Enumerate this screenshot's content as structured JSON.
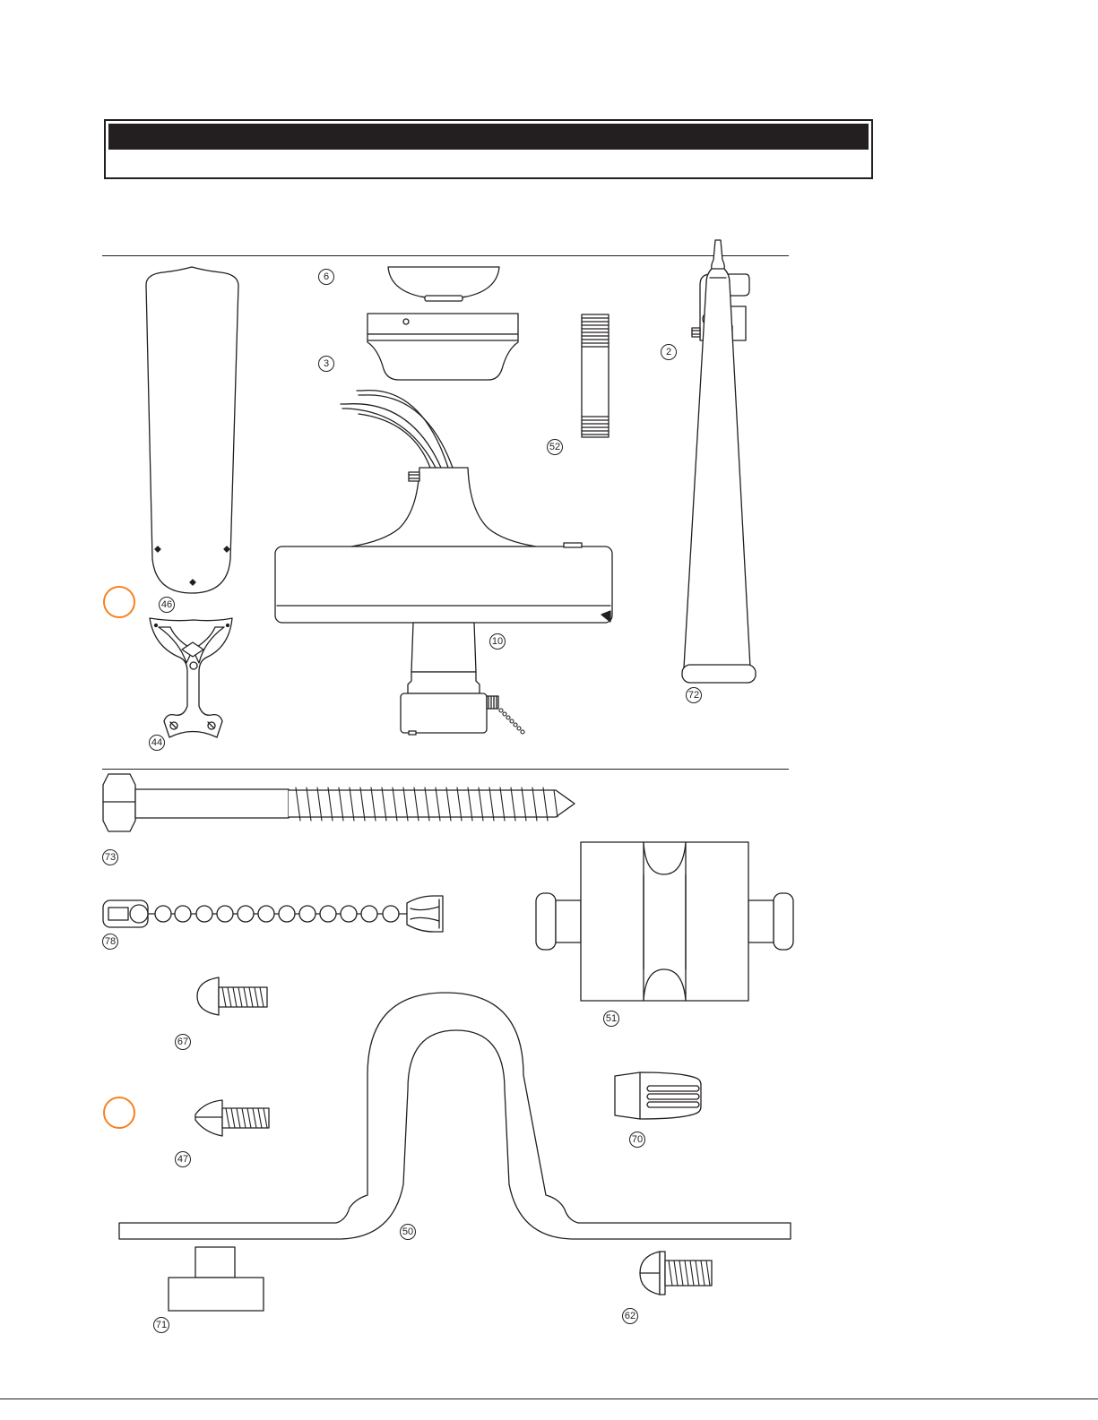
{
  "colors": {
    "line": "#231f20",
    "accent": "#f58220",
    "fill": "#ffffff"
  },
  "parts": [
    {
      "id": "blade",
      "label": "46",
      "icon": "fan-blade-icon"
    },
    {
      "id": "canopy-cover",
      "label": "6",
      "icon": "canopy-cover-icon"
    },
    {
      "id": "canopy",
      "label": "3",
      "icon": "canopy-icon"
    },
    {
      "id": "hanger-bracket-clip",
      "label": "2",
      "icon": "bracket-clip-icon"
    },
    {
      "id": "downrod-nipple",
      "label": "52",
      "icon": "threaded-nipple-icon"
    },
    {
      "id": "motor-assembly",
      "label": "10",
      "icon": "fan-motor-icon"
    },
    {
      "id": "lubricant-tube",
      "label": "72",
      "icon": "tube-icon"
    },
    {
      "id": "blade-iron",
      "label": "44",
      "icon": "blade-iron-icon"
    },
    {
      "id": "lag-screw",
      "label": "73",
      "icon": "lag-screw-icon"
    },
    {
      "id": "pull-chain",
      "label": "78",
      "icon": "pull-chain-icon"
    },
    {
      "id": "spool",
      "label": "51",
      "icon": "spool-icon"
    },
    {
      "id": "screw-67",
      "label": "67",
      "icon": "round-head-screw-icon"
    },
    {
      "id": "screw-47",
      "label": "47",
      "icon": "oval-head-screw-icon"
    },
    {
      "id": "wire-nut",
      "label": "70",
      "icon": "wire-nut-icon"
    },
    {
      "id": "mounting-bracket",
      "label": "50",
      "icon": "mounting-bracket-icon"
    },
    {
      "id": "t-nut",
      "label": "71",
      "icon": "t-block-icon"
    },
    {
      "id": "washer-screw",
      "label": "62",
      "icon": "washer-screw-icon"
    }
  ]
}
